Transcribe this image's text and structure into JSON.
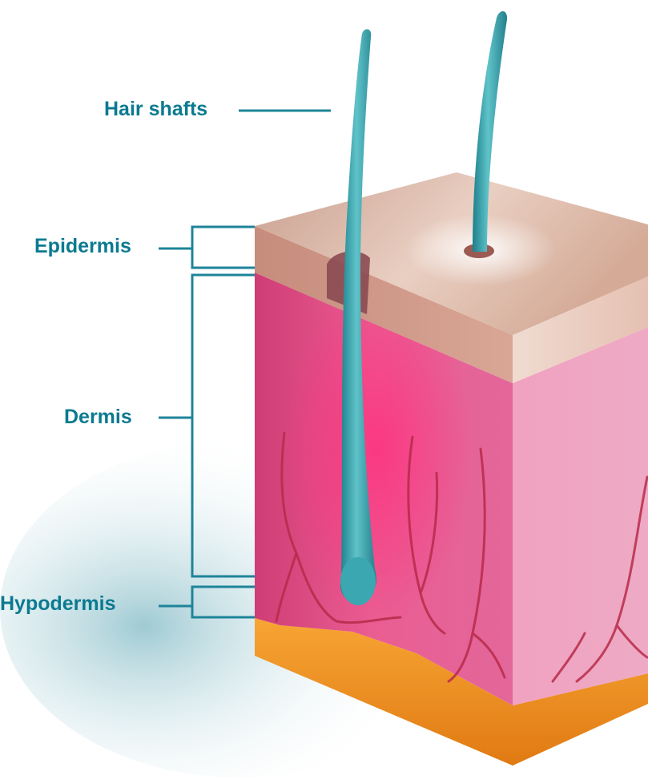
{
  "labels": {
    "hair_shafts": "Hair shafts",
    "epidermis": "Epidermis",
    "dermis": "Dermis",
    "hypodermis": "Hypodermis"
  },
  "colors": {
    "label_text": "#0b7a90",
    "leader_line": "#1e8499",
    "hair": "#2f9aa6",
    "epidermis_top": "#d9b0a0",
    "epidermis_side": "#c98f7f",
    "dermis": "#e2588f",
    "hypodermis": "#f0951f",
    "blood_vessel": "#b82a4a"
  }
}
